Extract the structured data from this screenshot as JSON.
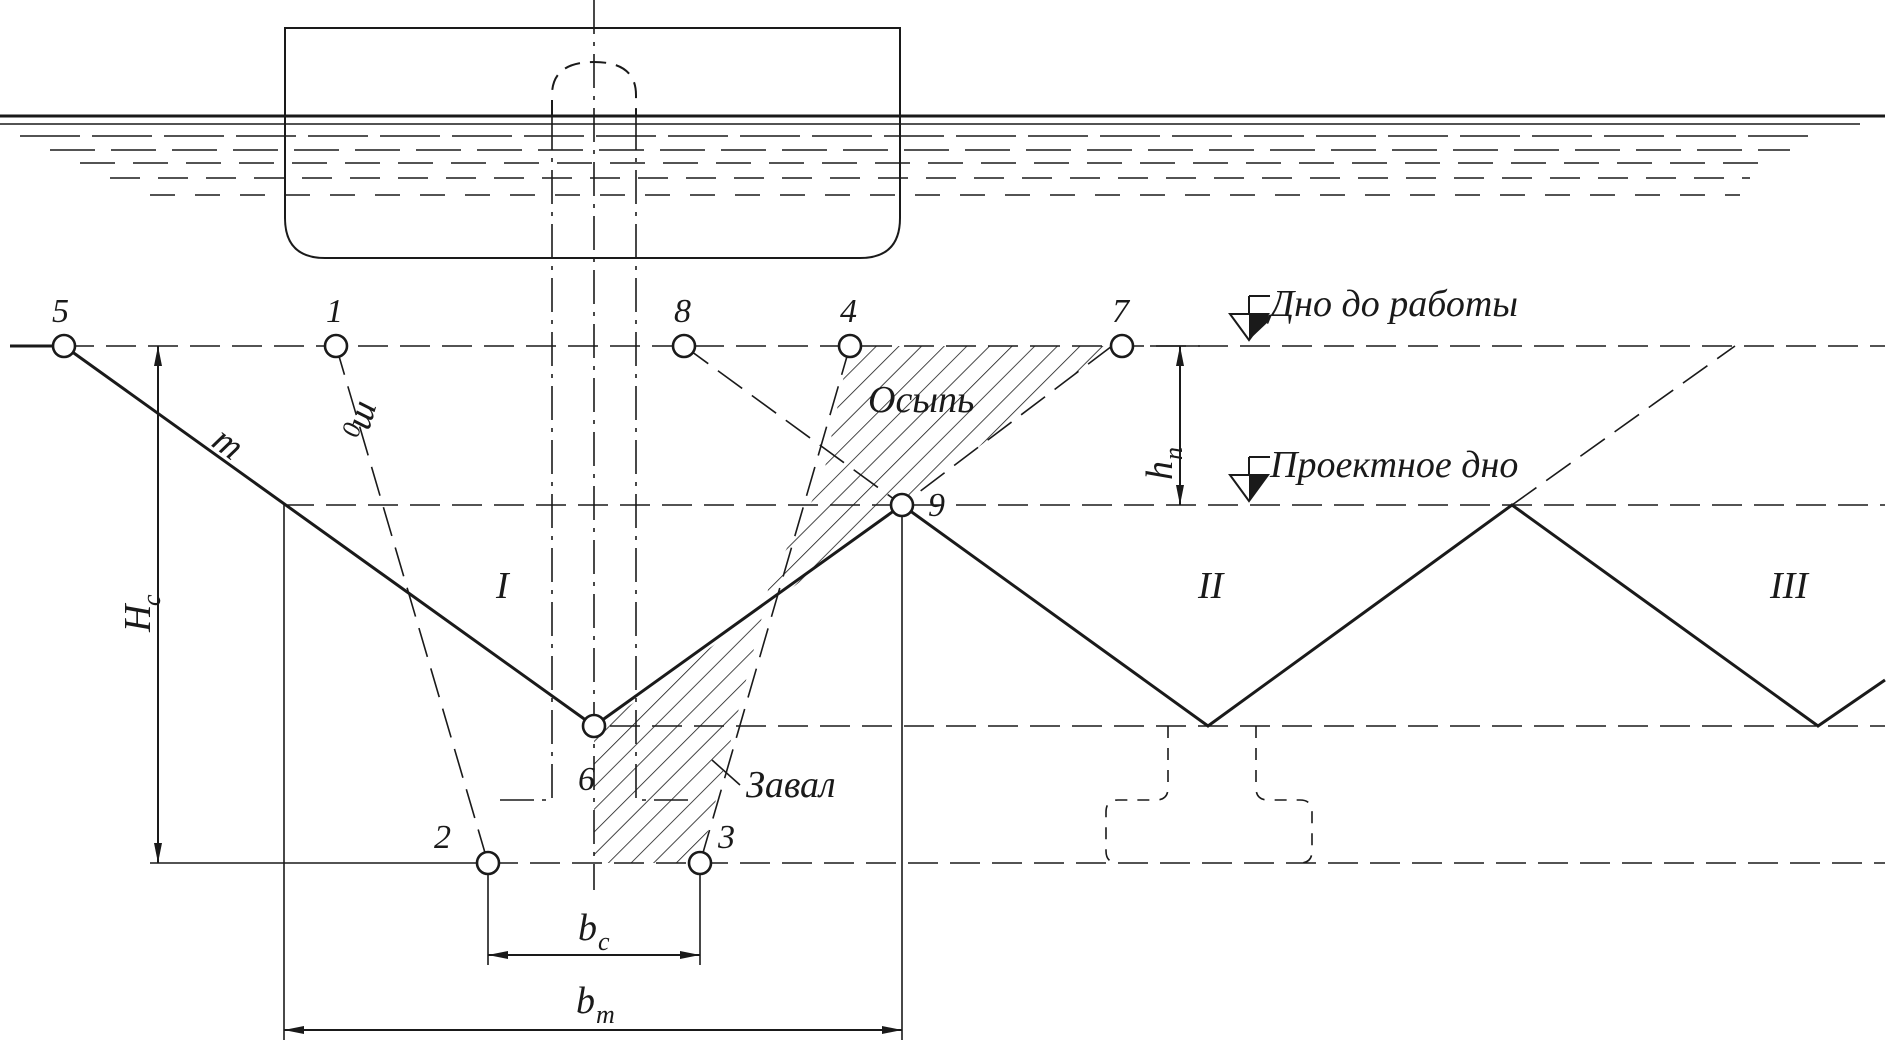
{
  "labels": {
    "bottom_before": "Дно до работы",
    "design_bottom": "Проектное дно",
    "scree": "Осыпь",
    "collapse": "Завал",
    "slope_m": "m",
    "slope_m0": "m",
    "slope_m0_sub": "0",
    "zone_1": "I",
    "zone_2": "II",
    "zone_3": "III"
  },
  "points": [
    "1",
    "2",
    "3",
    "4",
    "5",
    "6",
    "7",
    "8",
    "9"
  ],
  "dimensions": {
    "hn": "h",
    "hn_sub": "п",
    "Hc": "H",
    "Hc_sub": "c",
    "bc": "b",
    "bc_sub": "c",
    "bm": "b",
    "bm_sub": "m"
  }
}
